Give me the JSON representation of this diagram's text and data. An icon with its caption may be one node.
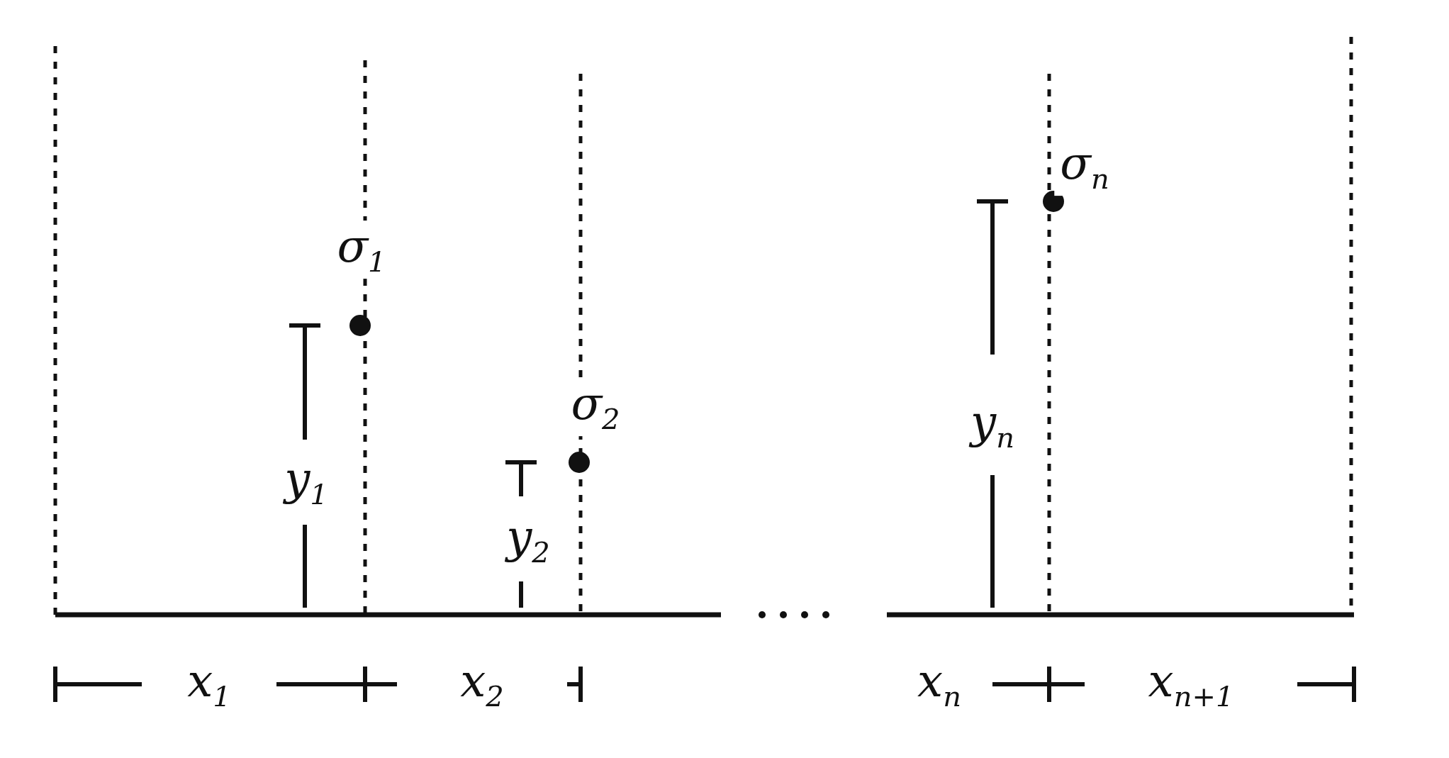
{
  "diagram": {
    "labels": [
      "σ$_{n}$",
      "σ$_{1}$",
      "y$_{n}$",
      "σ$_{2}$",
      "y$_{1}$",
      "y$_{2}$",
      "x$_{1}$",
      "x$_{2}$",
      "x$_{n}$",
      "x$_{n+1}$"
    ]
  }
}
